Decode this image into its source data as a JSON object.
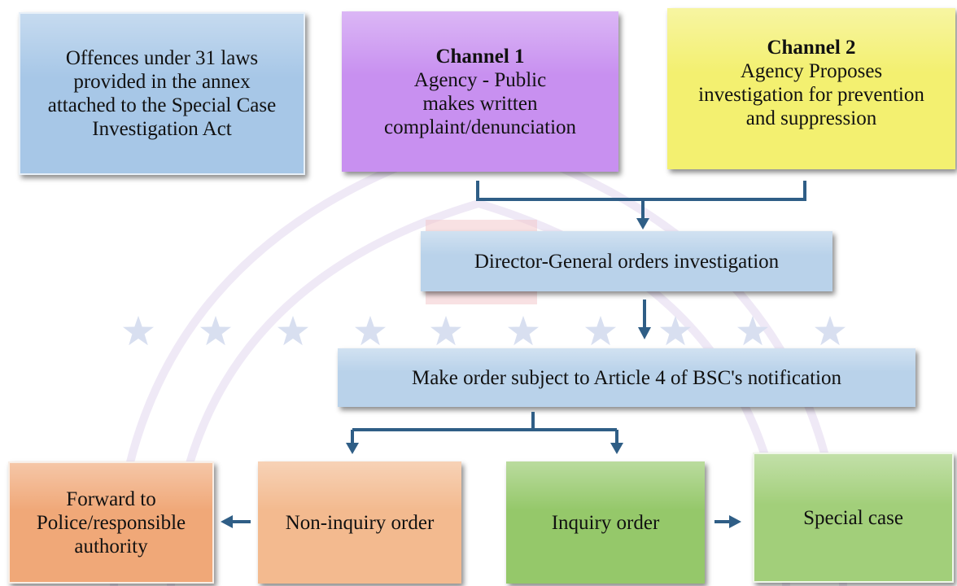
{
  "boxes": {
    "offences": {
      "lines": [
        "Offences under 31 laws",
        "provided in the annex",
        "attached to the Special Case",
        "Investigation Act"
      ],
      "color": "#a7c7e7"
    },
    "channel1": {
      "title": "Channel 1",
      "lines": [
        "Agency - Public",
        "makes written",
        "complaint/denunciation"
      ],
      "color": "#c890f0"
    },
    "channel2": {
      "title": "Channel 2",
      "lines": [
        "Agency Proposes",
        "investigation for prevention",
        "and suppression"
      ],
      "color": "#f3f070"
    },
    "director": {
      "lines": [
        "Director-General orders investigation"
      ],
      "color": "#b9d2ea"
    },
    "order": {
      "lines": [
        "Make order subject to Article 4 of BSC's notification"
      ],
      "color": "#b9d2ea"
    },
    "forward": {
      "lines": [
        "Forward to",
        "Police/responsible",
        "authority"
      ],
      "color": "#f0a878"
    },
    "noninquiry": {
      "lines": [
        "Non-inquiry order"
      ],
      "color": "#f3ba8f"
    },
    "inquiry": {
      "lines": [
        "Inquiry order"
      ],
      "color": "#95c86a"
    },
    "special": {
      "lines": [
        "Special case"
      ],
      "color": "#a2cf7a"
    }
  },
  "connector_color": "#2f5e86",
  "watermark_colors": {
    "stars": "#d8dff0",
    "ornament": "#ece4f4",
    "pink": "#f3c9cc"
  }
}
